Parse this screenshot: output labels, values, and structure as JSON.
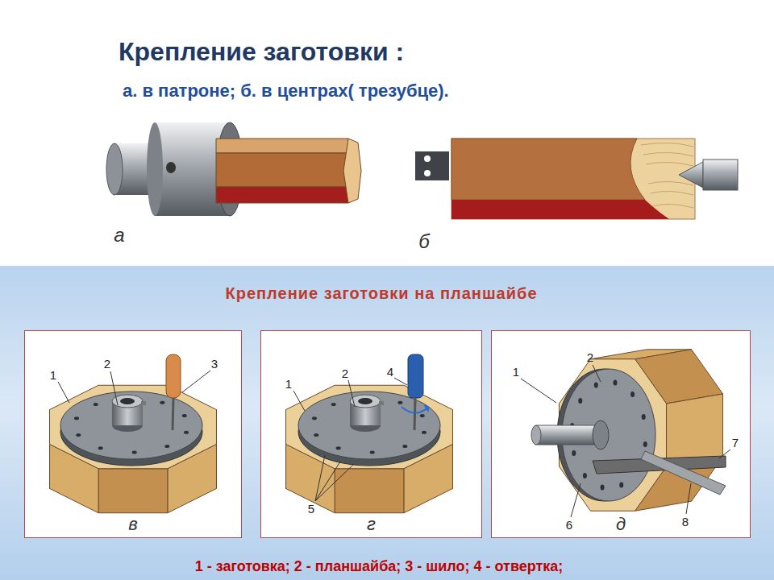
{
  "diagram": {
    "title": "Крепление заготовки :",
    "nodes": [
      {
        "text": [
          "в"
        ]
      },
      {
        "text": [
          "г"
        ]
      },
      {
        "text": [
          "д"
        ]
      }
    ],
    "labels": [
      "а. в патроне; б. в центрах( трезубце).",
      "а",
      "б",
      "Крепление заготовки на планшайбе",
      "1",
      "2",
      "3",
      "1",
      "2",
      "4",
      "5",
      "1",
      "2",
      "6",
      "7",
      "8",
      "1 - заготовка; 2 - планшайба; 3 - шило; 4 - отвертка;"
    ]
  }
}
